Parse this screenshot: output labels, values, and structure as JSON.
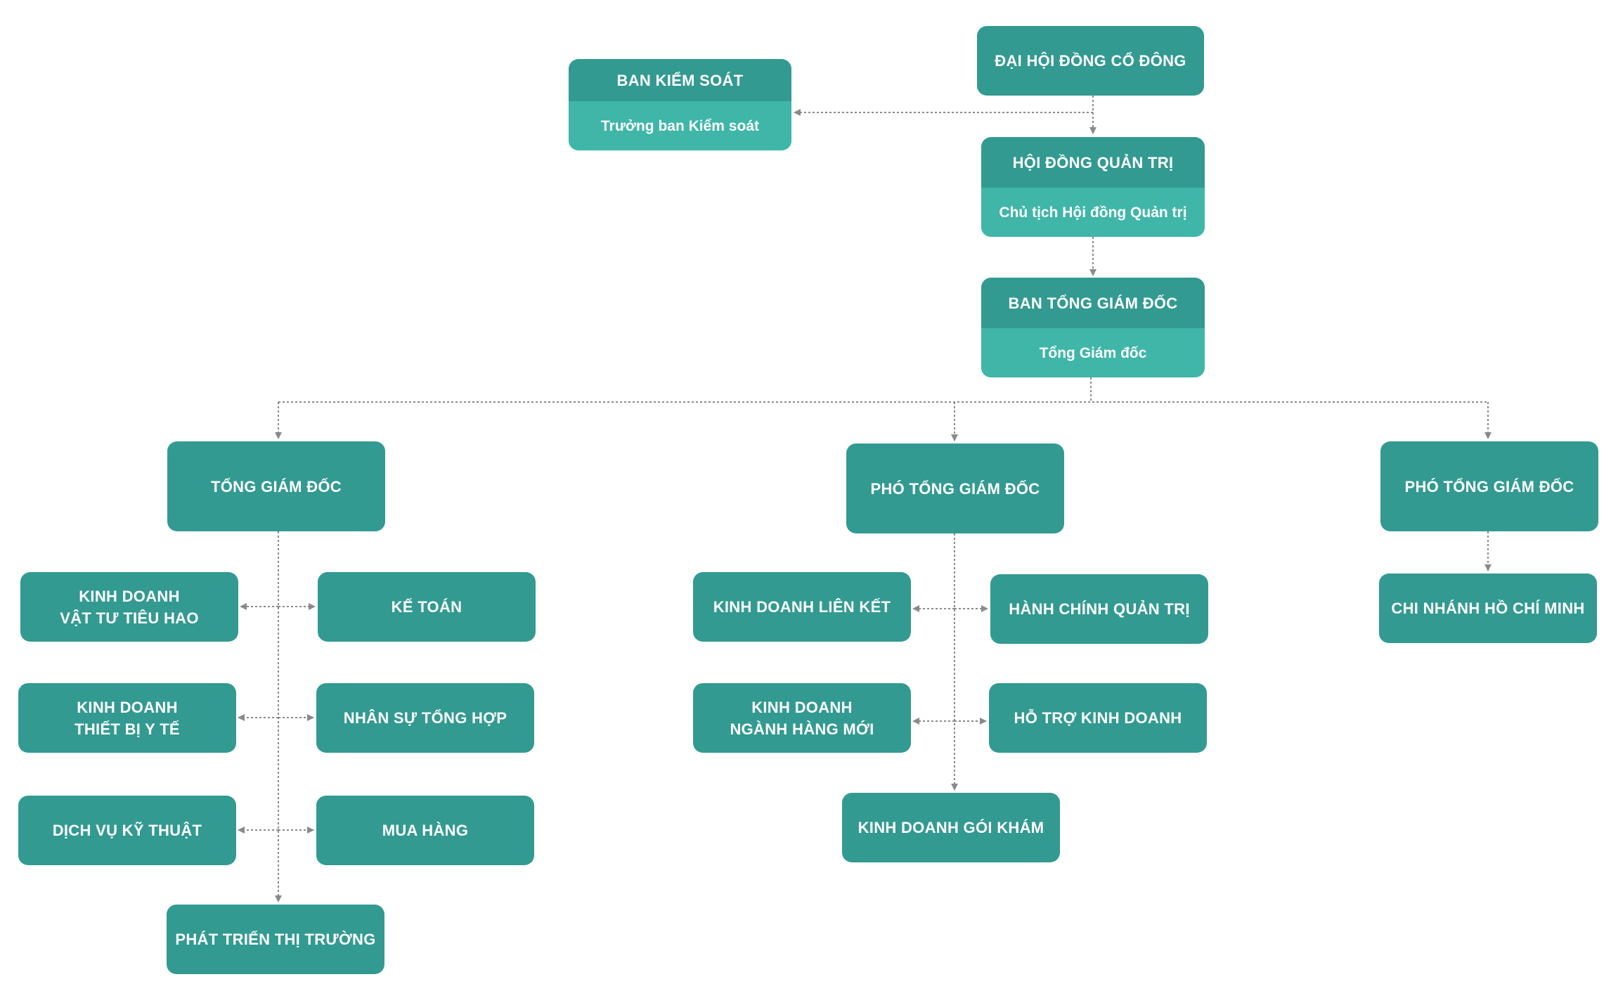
{
  "colors": {
    "box_primary": "#329a91",
    "box_secondary": "#3fb6a8",
    "connector": "#8a8a8a",
    "text": "#ffffff"
  },
  "nodes": {
    "dhdcd": {
      "title": "ĐẠI HỘI ĐỒNG CỔ ĐÔNG"
    },
    "bks": {
      "title": "BAN KIỂM SOÁT",
      "subtitle": "Trưởng ban Kiểm soát"
    },
    "hdqt": {
      "title": "HỘI ĐỒNG  QUẢN TRỊ",
      "subtitle": "Chủ tịch Hội đồng Quản trị"
    },
    "btgd": {
      "title": "BAN TỔNG GIÁM ĐỐC",
      "subtitle": "Tổng Giám đốc"
    },
    "tgd": {
      "title": "TỔNG GIÁM ĐỐC"
    },
    "ptgd1": {
      "title": "PHÓ TỔNG GIÁM ĐỐC"
    },
    "ptgd2": {
      "title": "PHÓ TỔNG GIÁM ĐỐC"
    },
    "kdvt": {
      "title": "KINH DOANH\nVẬT TƯ TIÊU HAO"
    },
    "ketoan": {
      "title": "KẾ TOÁN"
    },
    "kdtb": {
      "title": "KINH DOANH\nTHIẾT BỊ Y TẾ"
    },
    "nsth": {
      "title": "NHÂN SỰ TỔNG HỢP"
    },
    "dvkt": {
      "title": "DỊCH VỤ KỸ THUẬT"
    },
    "muahang": {
      "title": "MUA HÀNG"
    },
    "pttt": {
      "title": "PHÁT TRIỂN THỊ TRƯỜNG"
    },
    "kdlk": {
      "title": "KINH DOANH LIÊN KẾT"
    },
    "hcqt": {
      "title": "HÀNH CHÍNH QUẢN TRỊ"
    },
    "kdnh": {
      "title": "KINH DOANH\nNGÀNH HÀNG MỚI"
    },
    "htkd": {
      "title": "HỖ TRỢ KINH DOANH"
    },
    "kdgk": {
      "title": "KINH DOANH GÓI KHÁM"
    },
    "cnhcm": {
      "title": "CHI NHÁNH HỒ CHÍ MINH"
    }
  }
}
